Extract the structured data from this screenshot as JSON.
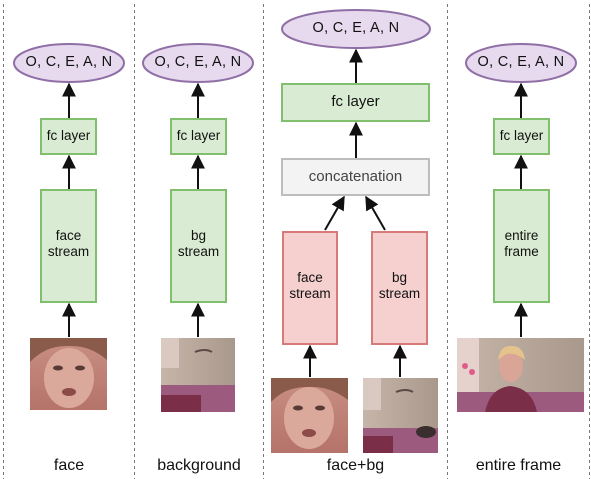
{
  "output_label": "O, C, E, A, N",
  "fc_label": "fc layer",
  "concat_label": "concatenation",
  "streams": {
    "face": "face stream",
    "bg": "bg stream",
    "entire": "entire frame"
  },
  "captions": {
    "face": "face",
    "background": "background",
    "face_bg": "face+bg",
    "entire": "entire frame"
  },
  "colors": {
    "ellipse_fill": "#e7d9ee",
    "ellipse_stroke": "#8f6fa6",
    "green_fill": "#d9ecd3",
    "green_stroke": "#7fbf6e",
    "red_fill": "#f6cfcf",
    "red_stroke": "#d67a7a",
    "gray_fill": "#f3f3f3",
    "gray_stroke": "#bdbdbd"
  }
}
